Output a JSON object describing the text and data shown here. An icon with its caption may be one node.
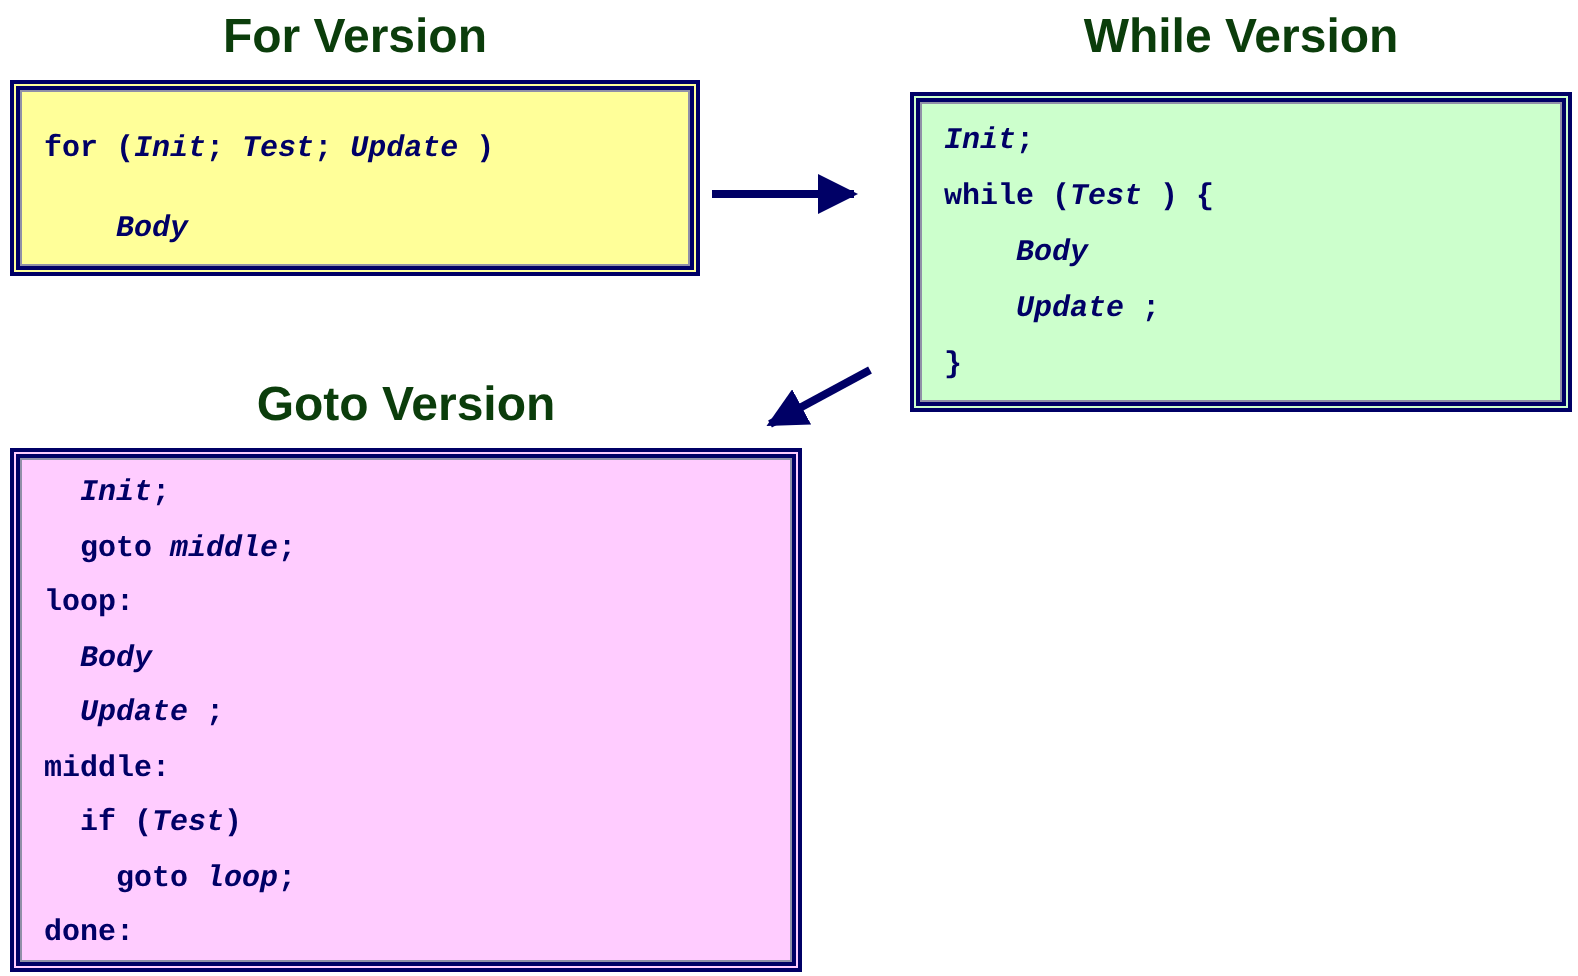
{
  "diagram": {
    "nodes": [
      {
        "text": [
          "For Version",
          "for (*Init*; *Test*; *Update* )",
          "    *Body*"
        ]
      },
      {
        "text": [
          "While Version",
          "*Init*;",
          "while (*Test* ) {",
          "    *Body*",
          "    *Update* ;",
          "}"
        ]
      },
      {
        "text": [
          "Goto Version",
          "  *Init*;",
          "  goto *middle*;",
          "loop:",
          "  *Body*",
          "  *Update* ;",
          "middle:",
          "  if (*Test*)",
          "    goto *loop*;",
          "done:"
        ]
      }
    ],
    "edges": [
      {
        "from": 0,
        "to": 1,
        "arrow": "to"
      },
      {
        "from": 1,
        "to": 2,
        "arrow": "to"
      }
    ]
  }
}
